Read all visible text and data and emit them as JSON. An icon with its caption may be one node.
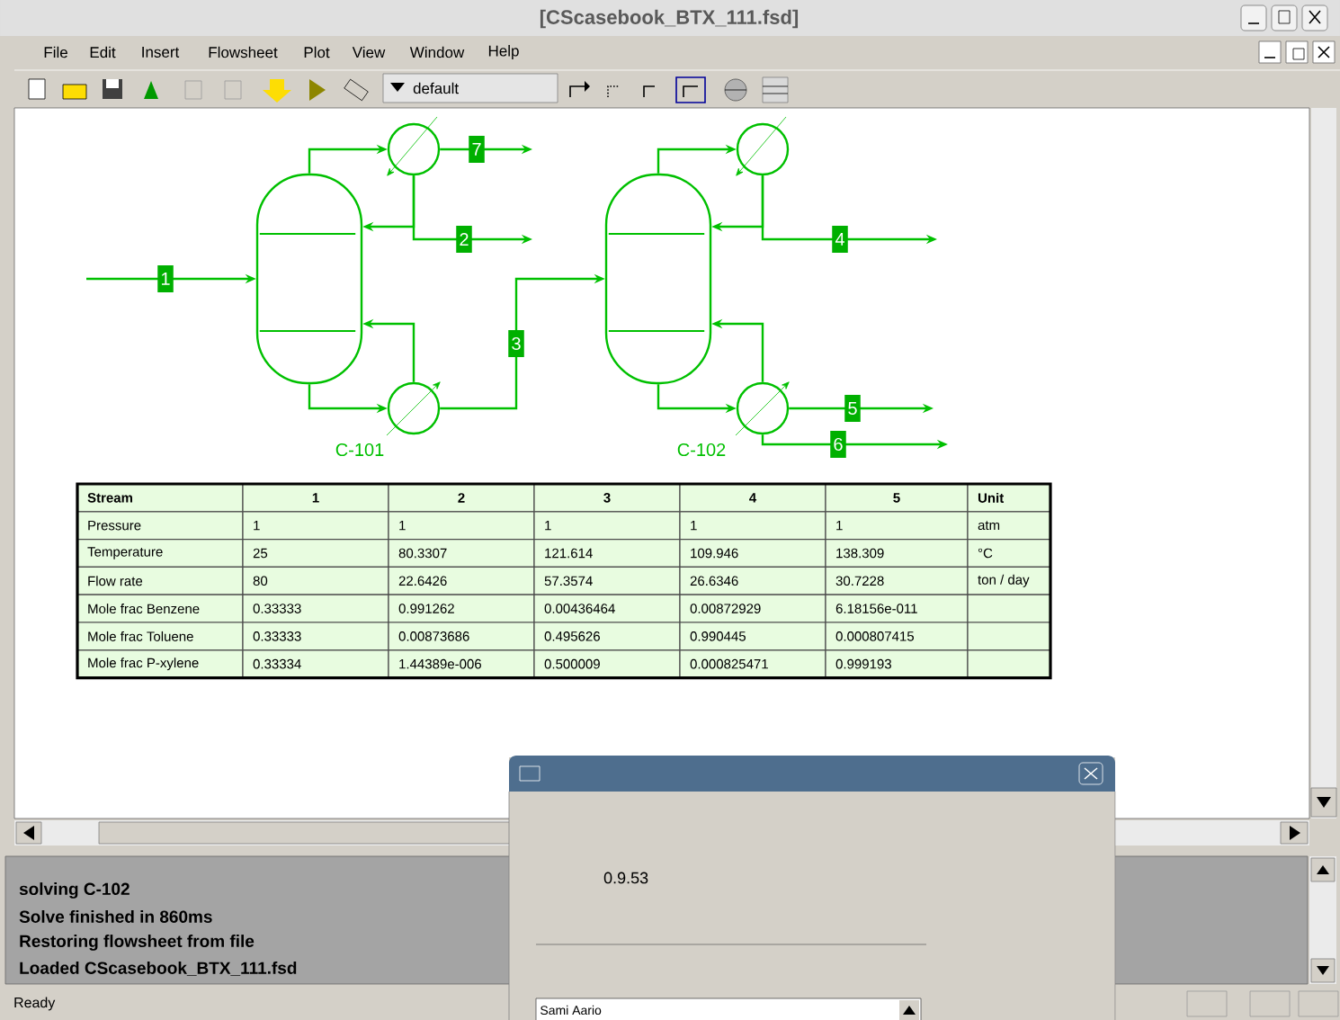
{
  "diagram": {
    "title": "[CScasebook_BTX_111.fsd]",
    "nodes": [
      {
        "text": [],
        "shape": "cylinder"
      },
      {
        "text": [],
        "shape": "circle"
      },
      {
        "text": [],
        "shape": "circle",
        "beside": [
          "C-101"
        ]
      },
      {
        "text": [],
        "shape": "cylinder"
      },
      {
        "text": [],
        "shape": "circle"
      },
      {
        "text": [],
        "shape": "circle",
        "beside": [
          "C-102"
        ]
      }
    ],
    "edges": [
      {
        "from": null,
        "to": 0,
        "arrow": "to",
        "label": "1"
      },
      {
        "from": 0,
        "to": 1,
        "arrow": "to"
      },
      {
        "from": 1,
        "to": 0,
        "arrow": "to"
      },
      {
        "from": 1,
        "to": null,
        "arrow": "to",
        "label": "7"
      },
      {
        "from": 1,
        "to": null,
        "arrow": "to",
        "label": "2"
      },
      {
        "from": 0,
        "to": 2,
        "arrow": "to"
      },
      {
        "from": 2,
        "to": 0,
        "arrow": "to"
      },
      {
        "from": 2,
        "to": 3,
        "arrow": "to",
        "label": "3"
      },
      {
        "from": 3,
        "to": 4,
        "arrow": "to"
      },
      {
        "from": 4,
        "to": 3,
        "arrow": "to"
      },
      {
        "from": 4,
        "to": null,
        "arrow": "to",
        "label": "4"
      },
      {
        "from": 3,
        "to": 5,
        "arrow": "to"
      },
      {
        "from": 5,
        "to": 3,
        "arrow": "to"
      },
      {
        "from": 5,
        "to": null,
        "arrow": "to",
        "label": "5"
      },
      {
        "from": 5,
        "to": null,
        "arrow": "to",
        "label": "6"
      }
    ],
    "labels": [
      "File",
      "Edit",
      "Insert",
      "Flowsheet",
      "Plot",
      "View",
      "Window",
      "Help",
      "default",
      "Stream",
      "1",
      "2",
      "3",
      "4",
      "5",
      "Unit",
      "Pressure",
      "1",
      "1",
      "1",
      "1",
      "1",
      "atm",
      "Temperature",
      "25",
      "80.3307",
      "121.614",
      "109.946",
      "138.309",
      "°C",
      "Flow rate",
      "80",
      "22.6426",
      "57.3574",
      "26.6346",
      "30.7228",
      "ton / day",
      "Mole frac Benzene",
      "0.33333",
      "0.991262",
      "0.00436464",
      "0.00872929",
      "6.18156e-011",
      "Mole frac Toluene",
      "0.33333",
      "0.00873686",
      "0.495626",
      "0.990445",
      "0.000807415",
      "Mole frac P-xylene",
      "0.33334",
      "1.44389e-006",
      "0.500009",
      "0.000825471",
      "0.999193",
      "solving C-102",
      "Solve finished in 860ms",
      "Restoring flowsheet from file",
      "Loaded CScasebook_BTX_111.fsd",
      "Ready",
      "0.9.53",
      "Sami Aario"
    ]
  }
}
